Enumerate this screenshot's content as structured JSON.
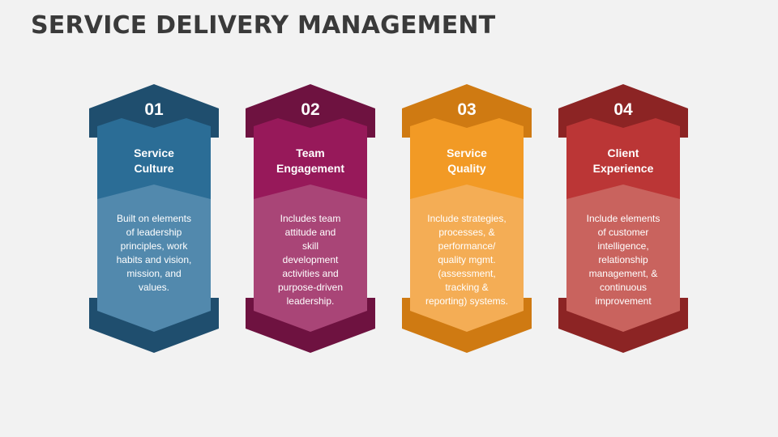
{
  "title": "SERVICE DELIVERY MANAGEMENT",
  "cards": [
    {
      "number": "01",
      "heading": "Service\nCulture",
      "body": "Built on elements\nof leadership\nprinciples, work\nhabits and vision,\nmission, and\nvalues.",
      "colors": {
        "dark": "#1f4e6e",
        "mid": "#2b6d96",
        "light": "#5289ad"
      }
    },
    {
      "number": "02",
      "heading": "Team\nEngagement",
      "body": "Includes team\nattitude and\nskill\ndevelopment\nactivities and\npurpose-driven\nleadership.",
      "colors": {
        "dark": "#6e1240",
        "mid": "#97195a",
        "light": "#a94577"
      }
    },
    {
      "number": "03",
      "heading": "Service\nQuality",
      "body": "Include strategies,\nprocesses, &\nperformance/\nquality mgmt.\n(assessment,\ntracking &\nreporting) systems.",
      "colors": {
        "dark": "#cf7a12",
        "mid": "#f29a25",
        "light": "#f4ad55"
      }
    },
    {
      "number": "04",
      "heading": "Client\nExperience",
      "body": "Include elements\nof customer\nintelligence,\nrelationship\nmanagement, &\ncontinuous\nimprovement",
      "colors": {
        "dark": "#8c2424",
        "mid": "#bb3636",
        "light": "#c9635e"
      }
    }
  ]
}
